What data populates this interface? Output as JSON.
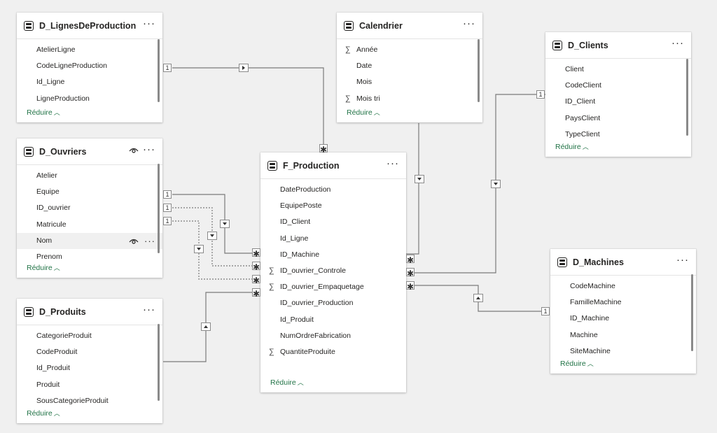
{
  "tables": {
    "lignes": {
      "title": "D_LignesDeProduction",
      "fields": [
        "AtelierLigne",
        "CodeLigneProduction",
        "Id_Ligne",
        "LigneProduction"
      ],
      "collapse_label": "Réduire"
    },
    "calendrier": {
      "title": "Calendrier",
      "fields": [
        "Année",
        "Date",
        "Mois",
        "Mois tri"
      ],
      "collapse_label": "Réduire"
    },
    "clients": {
      "title": "D_Clients",
      "fields": [
        "Client",
        "CodeClient",
        "ID_Client",
        "PaysClient",
        "TypeClient"
      ],
      "collapse_label": "Réduire"
    },
    "ouvriers": {
      "title": "D_Ouvriers",
      "fields": [
        "Atelier",
        "Equipe",
        "ID_ouvrier",
        "Matricule",
        "Nom",
        "Prenom"
      ],
      "collapse_label": "Réduire"
    },
    "production": {
      "title": "F_Production",
      "fields": [
        "DateProduction",
        "EquipePoste",
        "ID_Client",
        "Id_Ligne",
        "ID_Machine",
        "ID_ouvrier_Controle",
        "ID_ouvrier_Empaquetage",
        "ID_ouvrier_Production",
        "Id_Produit",
        "NumOrdreFabrication",
        "QuantiteProduite"
      ],
      "collapse_label": "Réduire"
    },
    "produits": {
      "title": "D_Produits",
      "fields": [
        "CategorieProduit",
        "CodeProduit",
        "Id_Produit",
        "Produit",
        "SousCategorieProduit"
      ],
      "collapse_label": "Réduire"
    },
    "machines": {
      "title": "D_Machines",
      "fields": [
        "CodeMachine",
        "FamilleMachine",
        "ID_Machine",
        "Machine",
        "SiteMachine"
      ],
      "collapse_label": "Réduire"
    }
  },
  "symbols": {
    "sigma": "∑",
    "more": "···",
    "one": "1",
    "many": "✱"
  },
  "icons": [
    "table-icon",
    "more-options-icon",
    "eye-icon",
    "sigma-icon",
    "chevron-up-icon"
  ],
  "colors": {
    "accent": "#217346",
    "background": "#f0f0f0",
    "line": "#7a7a7a"
  }
}
